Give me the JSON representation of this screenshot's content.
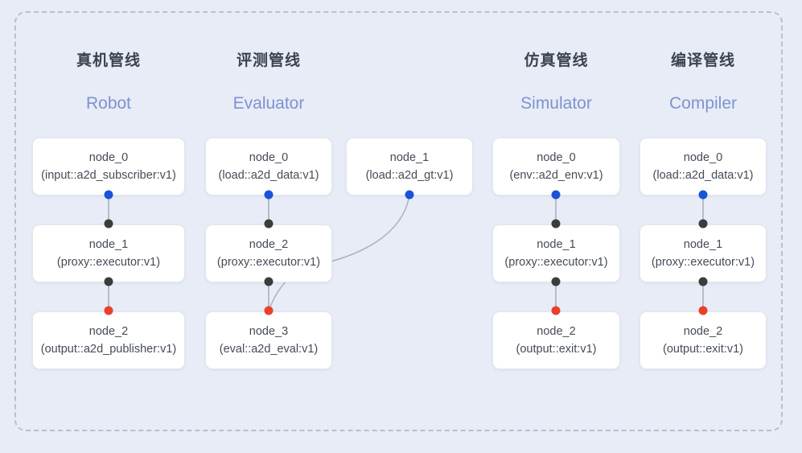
{
  "diagram": {
    "background_color": "#e7ecf7",
    "frame_border_color": "#b9c0cc",
    "port_colors": {
      "input": "#1a53d8",
      "passthrough": "#3c3c3c",
      "output": "#e8402a"
    },
    "columns": [
      {
        "id": "robot",
        "title_cn": "真机管线",
        "title_en": "Robot",
        "nodes": [
          {
            "name": "node_0",
            "kind": "(input::a2d_subscriber:v1)"
          },
          {
            "name": "node_1",
            "kind": "(proxy::executor:v1)"
          },
          {
            "name": "node_2",
            "kind": "(output::a2d_publisher:v1)"
          }
        ]
      },
      {
        "id": "evaluator",
        "title_cn": "评测管线",
        "title_en": "Evaluator",
        "nodes": [
          {
            "name": "node_0",
            "kind": "(load::a2d_data:v1)"
          },
          {
            "name": "node_1",
            "kind": "(load::a2d_gt:v1)"
          },
          {
            "name": "node_2",
            "kind": "(proxy::executor:v1)"
          },
          {
            "name": "node_3",
            "kind": "(eval::a2d_eval:v1)"
          }
        ]
      },
      {
        "id": "simulator",
        "title_cn": "仿真管线",
        "title_en": "Simulator",
        "nodes": [
          {
            "name": "node_0",
            "kind": "(env::a2d_env:v1)"
          },
          {
            "name": "node_1",
            "kind": "(proxy::executor:v1)"
          },
          {
            "name": "node_2",
            "kind": "(output::exit:v1)"
          }
        ]
      },
      {
        "id": "compiler",
        "title_cn": "编译管线",
        "title_en": "Compiler",
        "nodes": [
          {
            "name": "node_0",
            "kind": "(load::a2d_data:v1)"
          },
          {
            "name": "node_1",
            "kind": "(proxy::executor:v1)"
          },
          {
            "name": "node_2",
            "kind": "(output::exit:v1)"
          }
        ]
      }
    ]
  }
}
